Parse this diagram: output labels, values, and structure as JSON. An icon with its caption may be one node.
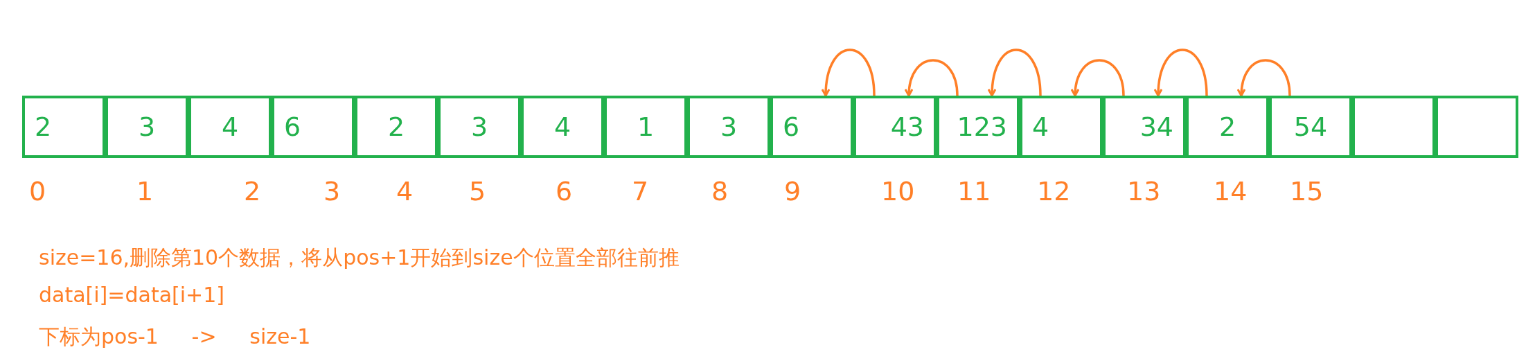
{
  "diagram": {
    "nodes": [
      {
        "text": [
          "2"
        ],
        "beside": [
          "0"
        ]
      },
      {
        "text": [
          "3"
        ],
        "beside": [
          "1"
        ]
      },
      {
        "text": [
          "4"
        ],
        "beside": [
          "2"
        ]
      },
      {
        "text": [
          "6"
        ],
        "beside": [
          "3"
        ]
      },
      {
        "text": [
          "2"
        ],
        "beside": [
          "4"
        ]
      },
      {
        "text": [
          "3"
        ],
        "beside": [
          "5"
        ]
      },
      {
        "text": [
          "4"
        ],
        "beside": [
          "6"
        ]
      },
      {
        "text": [
          "1"
        ],
        "beside": [
          "7"
        ]
      },
      {
        "text": [
          "3"
        ],
        "beside": [
          "8"
        ]
      },
      {
        "text": [
          "6"
        ],
        "beside": [
          "9"
        ]
      },
      {
        "text": [
          "43"
        ],
        "beside": [
          "10"
        ]
      },
      {
        "text": [
          "123"
        ],
        "beside": [
          "11"
        ]
      },
      {
        "text": [
          "4"
        ],
        "beside": [
          "12"
        ]
      },
      {
        "text": [
          "34"
        ],
        "beside": [
          "13"
        ]
      },
      {
        "text": [
          "2"
        ],
        "beside": [
          "14"
        ]
      },
      {
        "text": [
          "54"
        ],
        "beside": [
          "15"
        ]
      },
      {
        "text": [],
        "shape": "box"
      },
      {
        "text": [],
        "shape": "box"
      }
    ],
    "edges": [
      {
        "from": 10,
        "to": 9,
        "arrow": "to"
      },
      {
        "from": 11,
        "to": 10,
        "arrow": "to"
      },
      {
        "from": 12,
        "to": 11,
        "arrow": "to"
      },
      {
        "from": 13,
        "to": 12,
        "arrow": "to"
      },
      {
        "from": 14,
        "to": 13,
        "arrow": "to"
      },
      {
        "from": 15,
        "to": 14,
        "arrow": "to"
      }
    ],
    "labels": [
      "size=16,删除第10个数据，将从pos+1开始到size个位置全部往前推",
      "data[i]=data[i+1]",
      "下标为pos-1     ->     size-1"
    ]
  }
}
